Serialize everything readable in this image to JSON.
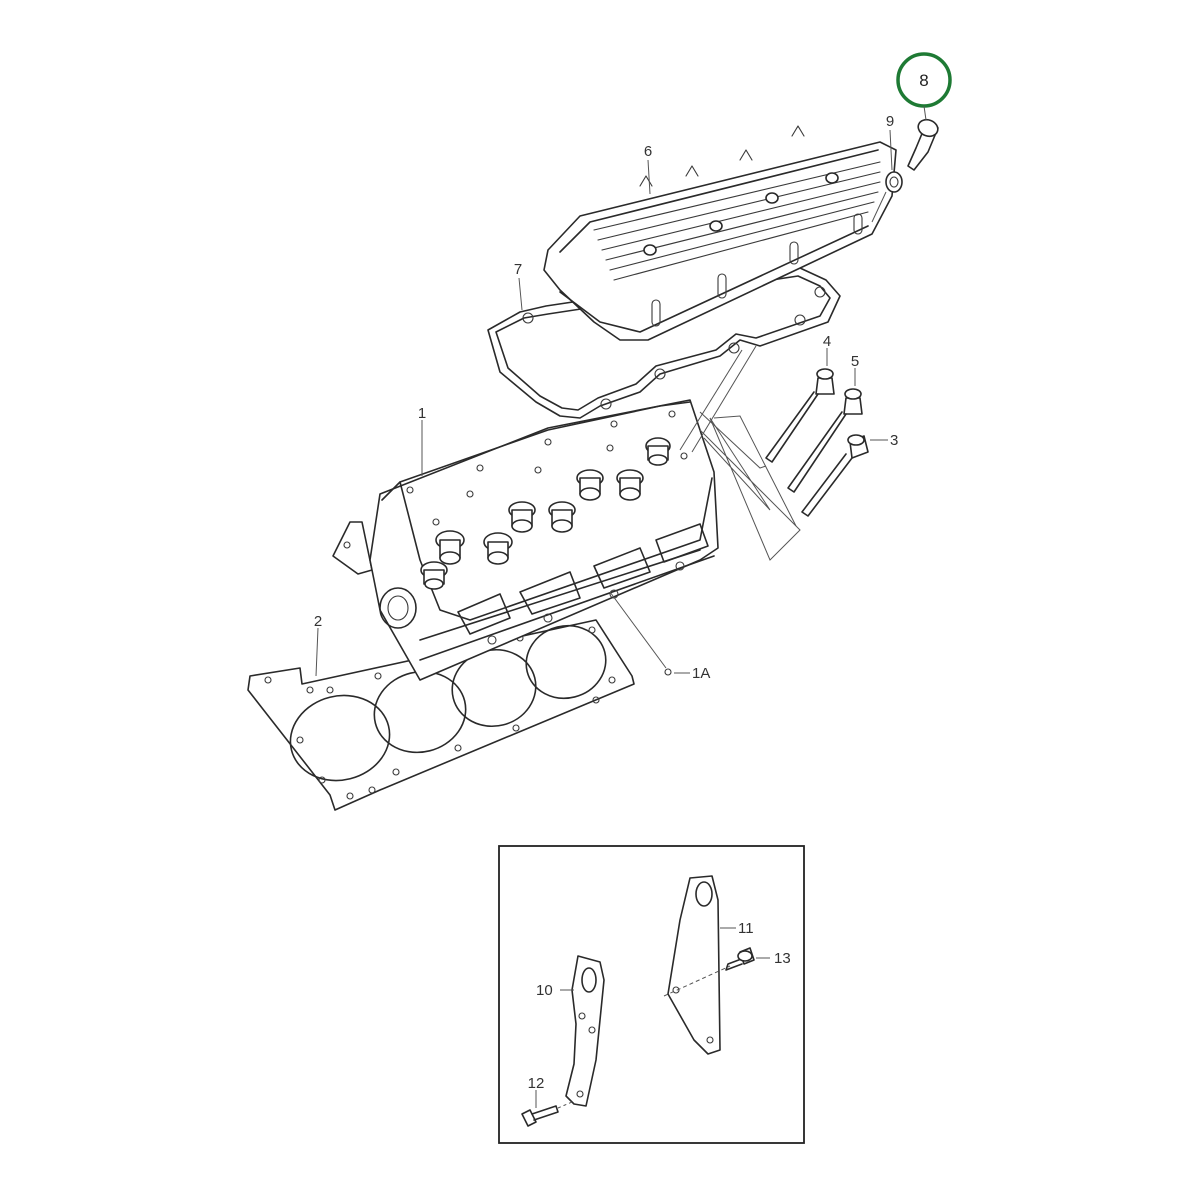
{
  "callouts": {
    "c1": "1",
    "c1a": "1A",
    "c2": "2",
    "c3": "3",
    "c4": "4",
    "c5": "5",
    "c6": "6",
    "c7": "7",
    "c8": "8",
    "c9": "9",
    "c10": "10",
    "c11": "11",
    "c12": "12",
    "c13": "13"
  },
  "colors": {
    "highlight_ring": "#1e7a34",
    "line_art": "#2a2a2a",
    "callout_text": "#333333",
    "background": "#ffffff"
  },
  "icons": {
    "highlight": "circle-highlight"
  }
}
